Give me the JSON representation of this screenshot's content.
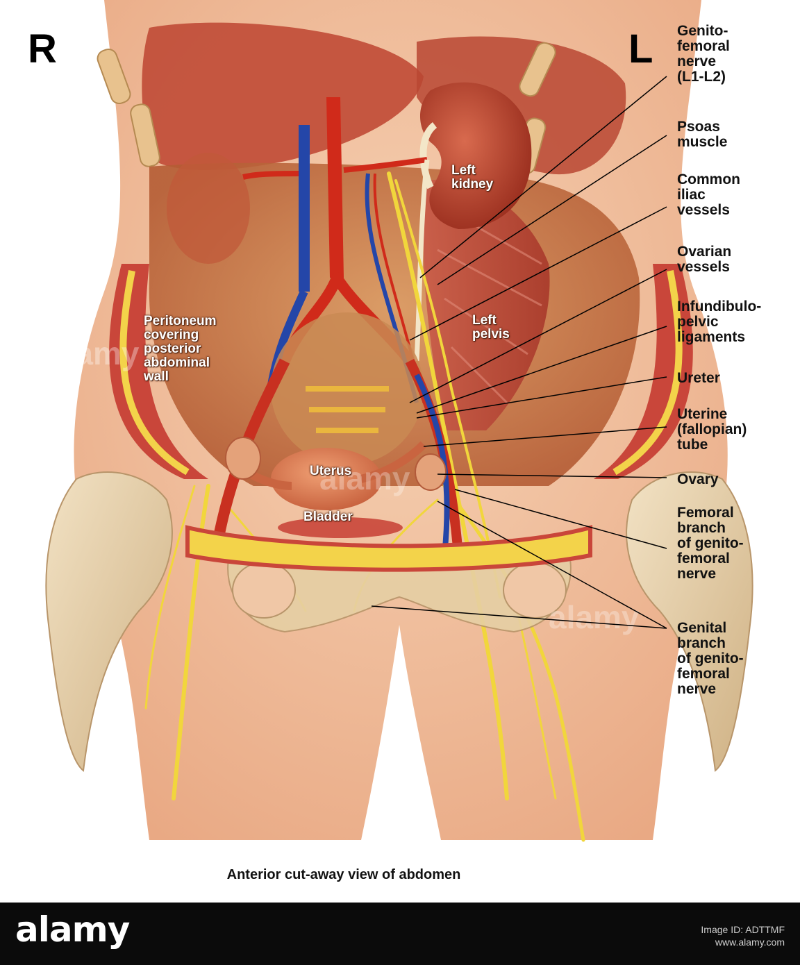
{
  "orientation": {
    "right": "R",
    "left": "L"
  },
  "labels": {
    "genitofemoral_nerve": "Genito-\nfemoral\nnerve\n(L1-L2)",
    "psoas_muscle": "Psoas\nmuscle",
    "common_iliac": "Common\niliac\nvessels",
    "ovarian_vessels": "Ovarian\nvessels",
    "infundibulopelvic": "Infundibulo-\npelvic\nligaments",
    "ureter": "Ureter",
    "uterine_tube": "Uterine\n(fallopian)\ntube",
    "ovary": "Ovary",
    "femoral_branch": "Femoral\nbranch\nof genito-\nfemoral\nnerve",
    "genital_branch": "Genital\nbranch\nof genito-\nfemoral\nnerve"
  },
  "inner_labels": {
    "left_kidney": "Left\nkidney",
    "left_pelvis": "Left\npelvis",
    "peritoneum": "Peritoneum\ncovering\nposterior\nabdominal\nwall",
    "uterus": "Uterus",
    "bladder": "Bladder"
  },
  "caption": "Anterior cut-away view of abdomen",
  "watermark": "alamy",
  "footer": {
    "logo": "alamy",
    "code": "Image ID: ADTTMF\nwww.alamy.com"
  },
  "colors": {
    "skin": "#f2c4a2",
    "muscle": "#c24a38",
    "artery": "#d42a1a",
    "vein": "#1f3fa6",
    "nerve": "#f0d33a",
    "bone": "#e8cfa5",
    "kidney": "#b8402c"
  }
}
